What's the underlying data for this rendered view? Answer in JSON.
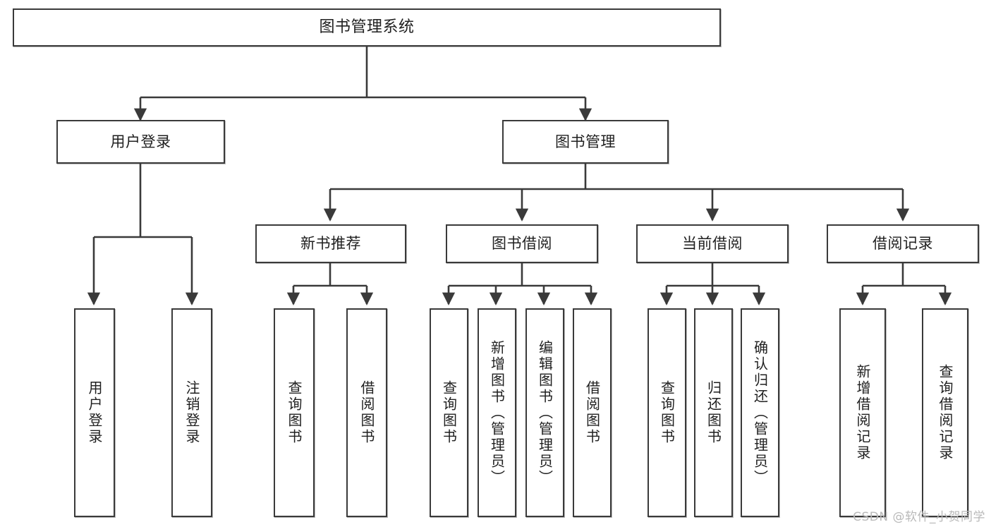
{
  "diagram": {
    "title": "图书管理系统",
    "type": "tree",
    "colors": {
      "background": "#ffffff",
      "node_border": "#3a3a3a",
      "node_fill": "#ffffff",
      "edge": "#3a3a3a",
      "text": "#1f1f1f",
      "watermark": "#b9b9b9"
    },
    "nodes": {
      "root": {
        "label": "图书管理系统"
      },
      "level2": [
        {
          "label": "用户登录"
        },
        {
          "label": "图书管理"
        }
      ],
      "level3": [
        {
          "label": "新书推荐"
        },
        {
          "label": "图书借阅"
        },
        {
          "label": "当前借阅"
        },
        {
          "label": "借阅记录"
        }
      ],
      "leaves_user_login": [
        {
          "label": "用户登录"
        },
        {
          "label": "注销登录"
        }
      ],
      "leaves_new_book": [
        {
          "label": "查询图书"
        },
        {
          "label": "借阅图书"
        }
      ],
      "leaves_borrow": [
        {
          "label": "查询图书"
        },
        {
          "label": "新增图书（管理员）"
        },
        {
          "label": "编辑图书（管理员）"
        },
        {
          "label": "借阅图书"
        }
      ],
      "leaves_current": [
        {
          "label": "查询图书"
        },
        {
          "label": "归还图书"
        },
        {
          "label": "确认归还（管理员）"
        }
      ],
      "leaves_record": [
        {
          "label": "新增借阅记录"
        },
        {
          "label": "查询借阅记录"
        }
      ]
    },
    "watermark": "CSDN @软件_小贺同学"
  }
}
